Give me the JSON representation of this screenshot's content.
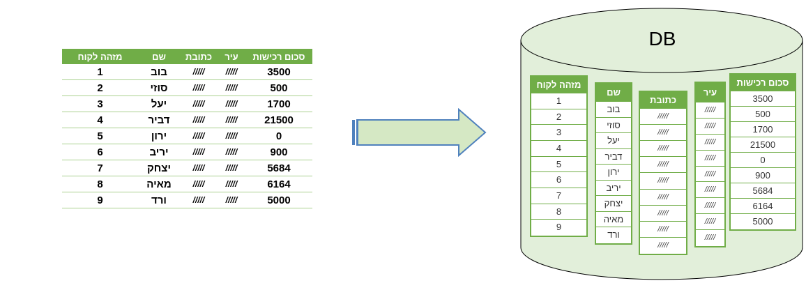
{
  "table": {
    "headers": [
      "סכום רכישות",
      "עיר",
      "כתובת",
      "שם",
      "מזהה לקוח"
    ],
    "rows": [
      [
        "3500",
        "/////",
        "/////",
        "בוב",
        "1"
      ],
      [
        "500",
        "/////",
        "/////",
        "סוזי",
        "2"
      ],
      [
        "1700",
        "/////",
        "/////",
        "יעל",
        "3"
      ],
      [
        "21500",
        "/////",
        "/////",
        "דביר",
        "4"
      ],
      [
        "0",
        "/////",
        "/////",
        "ירון",
        "5"
      ],
      [
        "900",
        "/////",
        "/////",
        "יריב",
        "6"
      ],
      [
        "5684",
        "/////",
        "/////",
        "יצחק",
        "7"
      ],
      [
        "6164",
        "/////",
        "/////",
        "מאיה",
        "8"
      ],
      [
        "5000",
        "/////",
        "/////",
        "ורד",
        "9"
      ]
    ]
  },
  "db": {
    "title": "DB",
    "columns": [
      {
        "header": "סכום רכישות",
        "values": [
          "3500",
          "500",
          "1700",
          "21500",
          "0",
          "900",
          "5684",
          "6164",
          "5000"
        ]
      },
      {
        "header": "עיר",
        "values": [
          "/////",
          "/////",
          "/////",
          "/////",
          "/////",
          "/////",
          "/////",
          "/////",
          "/////"
        ]
      },
      {
        "header": "כתובת",
        "values": [
          "/////",
          "/////",
          "/////",
          "/////",
          "/////",
          "/////",
          "/////",
          "/////",
          "/////"
        ]
      },
      {
        "header": "שם",
        "values": [
          "בוב",
          "סוזי",
          "יעל",
          "דביר",
          "ירון",
          "יריב",
          "יצחק",
          "מאיה",
          "ורד"
        ]
      },
      {
        "header": "מזהה לקוח",
        "values": [
          "1",
          "2",
          "3",
          "4",
          "5",
          "6",
          "7",
          "8",
          "9"
        ]
      }
    ]
  },
  "colors": {
    "green": "#70ad47",
    "drum_fill": "#e2efda",
    "arrow_fill": "#d5e8c4"
  }
}
